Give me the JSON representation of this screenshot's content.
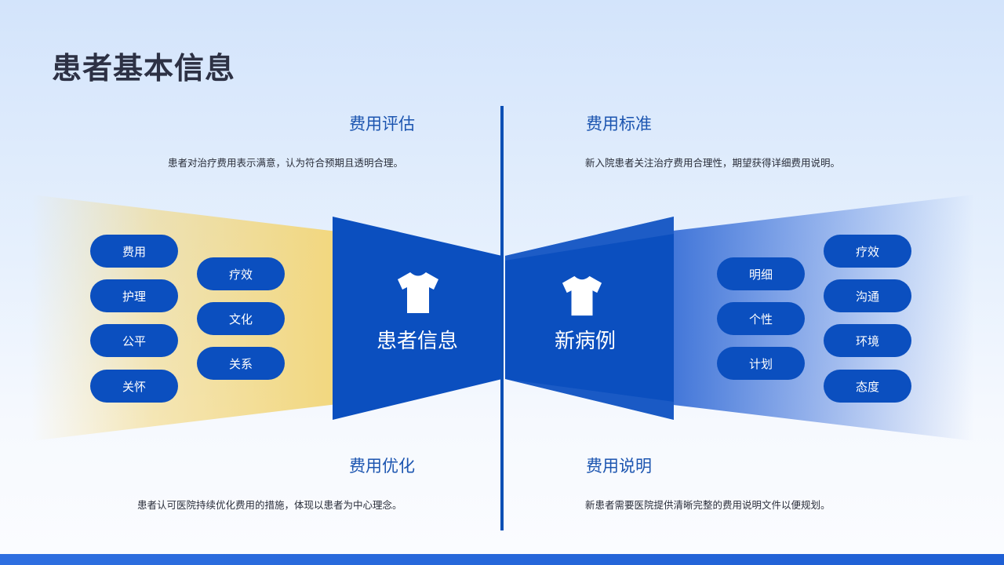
{
  "title": "患者基本信息",
  "sections": {
    "top_left": {
      "title": "费用评估",
      "desc": "患者对治疗费用表示满意，认为符合预期且透明合理。"
    },
    "top_right": {
      "title": "费用标准",
      "desc": "新入院患者关注治疗费用合理性，期望获得详细费用说明。"
    },
    "bottom_left": {
      "title": "费用优化",
      "desc": "患者认可医院持续优化费用的措施，体现以患者为中心理念。"
    },
    "bottom_right": {
      "title": "费用说明",
      "desc": "新患者需要医院提供清晰完整的费用说明文件以便规划。"
    }
  },
  "center": {
    "left_label": "患者信息",
    "right_label": "新病例",
    "left_icon": "shirt-icon",
    "right_icon": "shirt-icon"
  },
  "tags": {
    "left_outer": [
      "费用",
      "护理",
      "公平",
      "关怀"
    ],
    "left_inner": [
      "疗效",
      "文化",
      "关系"
    ],
    "right_inner": [
      "明细",
      "个性",
      "计划"
    ],
    "right_outer": [
      "疗效",
      "沟通",
      "环境",
      "态度"
    ]
  },
  "colors": {
    "primary": "#0b4fbf",
    "title": "#2d3144",
    "section_title": "#1c55b0",
    "accent_yellow": "#f2d77e"
  }
}
